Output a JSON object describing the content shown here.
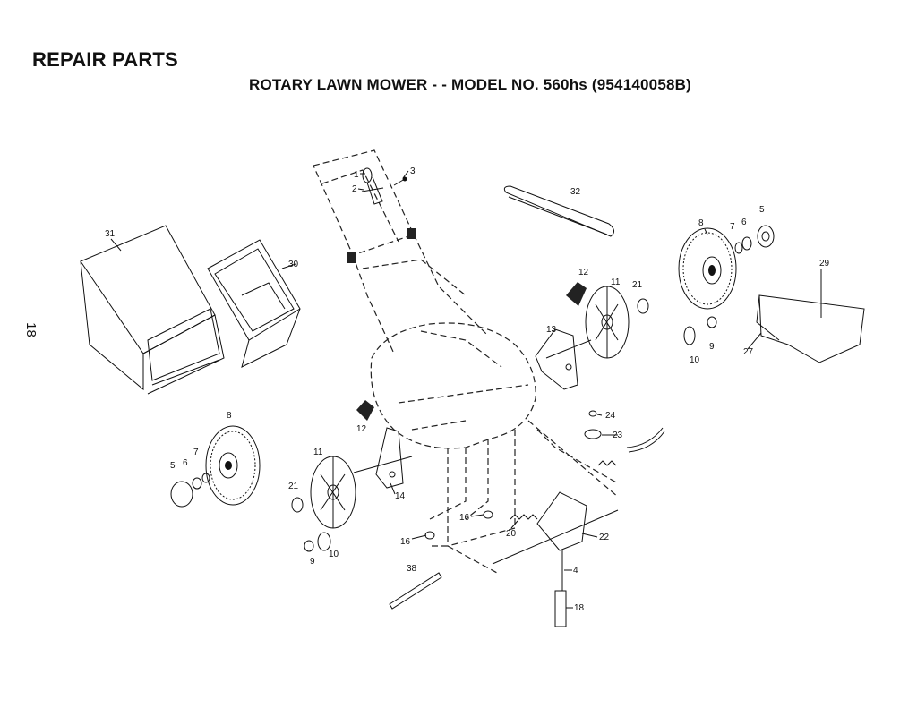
{
  "header": {
    "title": "REPAIR PARTS",
    "subtitle": "ROTARY LAWN MOWER - - MODEL NO. 560hs (954140058B)",
    "page_number": "18"
  },
  "callouts": [
    {
      "id": "c1",
      "text": "1"
    },
    {
      "id": "c2",
      "text": "2"
    },
    {
      "id": "c3",
      "text": "3"
    },
    {
      "id": "c32",
      "text": "32"
    },
    {
      "id": "c31",
      "text": "31"
    },
    {
      "id": "c30",
      "text": "30"
    },
    {
      "id": "c8r",
      "text": "8"
    },
    {
      "id": "c7r",
      "text": "7"
    },
    {
      "id": "c6r",
      "text": "6"
    },
    {
      "id": "c5r",
      "text": "5"
    },
    {
      "id": "c29",
      "text": "29"
    },
    {
      "id": "c12r",
      "text": "12"
    },
    {
      "id": "c11r",
      "text": "11"
    },
    {
      "id": "c21r",
      "text": "21"
    },
    {
      "id": "c13",
      "text": "13"
    },
    {
      "id": "c27",
      "text": "27"
    },
    {
      "id": "c9r",
      "text": "9"
    },
    {
      "id": "c10r",
      "text": "10"
    },
    {
      "id": "c24",
      "text": "24"
    },
    {
      "id": "c23",
      "text": "23"
    },
    {
      "id": "c12l",
      "text": "12"
    },
    {
      "id": "c8l",
      "text": "8"
    },
    {
      "id": "c7l",
      "text": "7"
    },
    {
      "id": "c5l",
      "text": "5"
    },
    {
      "id": "c6l",
      "text": "6"
    },
    {
      "id": "c11l",
      "text": "11"
    },
    {
      "id": "c14",
      "text": "14"
    },
    {
      "id": "c21l",
      "text": "21"
    },
    {
      "id": "c16a",
      "text": "16"
    },
    {
      "id": "c16b",
      "text": "16"
    },
    {
      "id": "c20",
      "text": "20"
    },
    {
      "id": "c22",
      "text": "22"
    },
    {
      "id": "c9l",
      "text": "9"
    },
    {
      "id": "c10l",
      "text": "10"
    },
    {
      "id": "c38",
      "text": "38"
    },
    {
      "id": "c4",
      "text": "4"
    },
    {
      "id": "c18",
      "text": "18"
    }
  ]
}
